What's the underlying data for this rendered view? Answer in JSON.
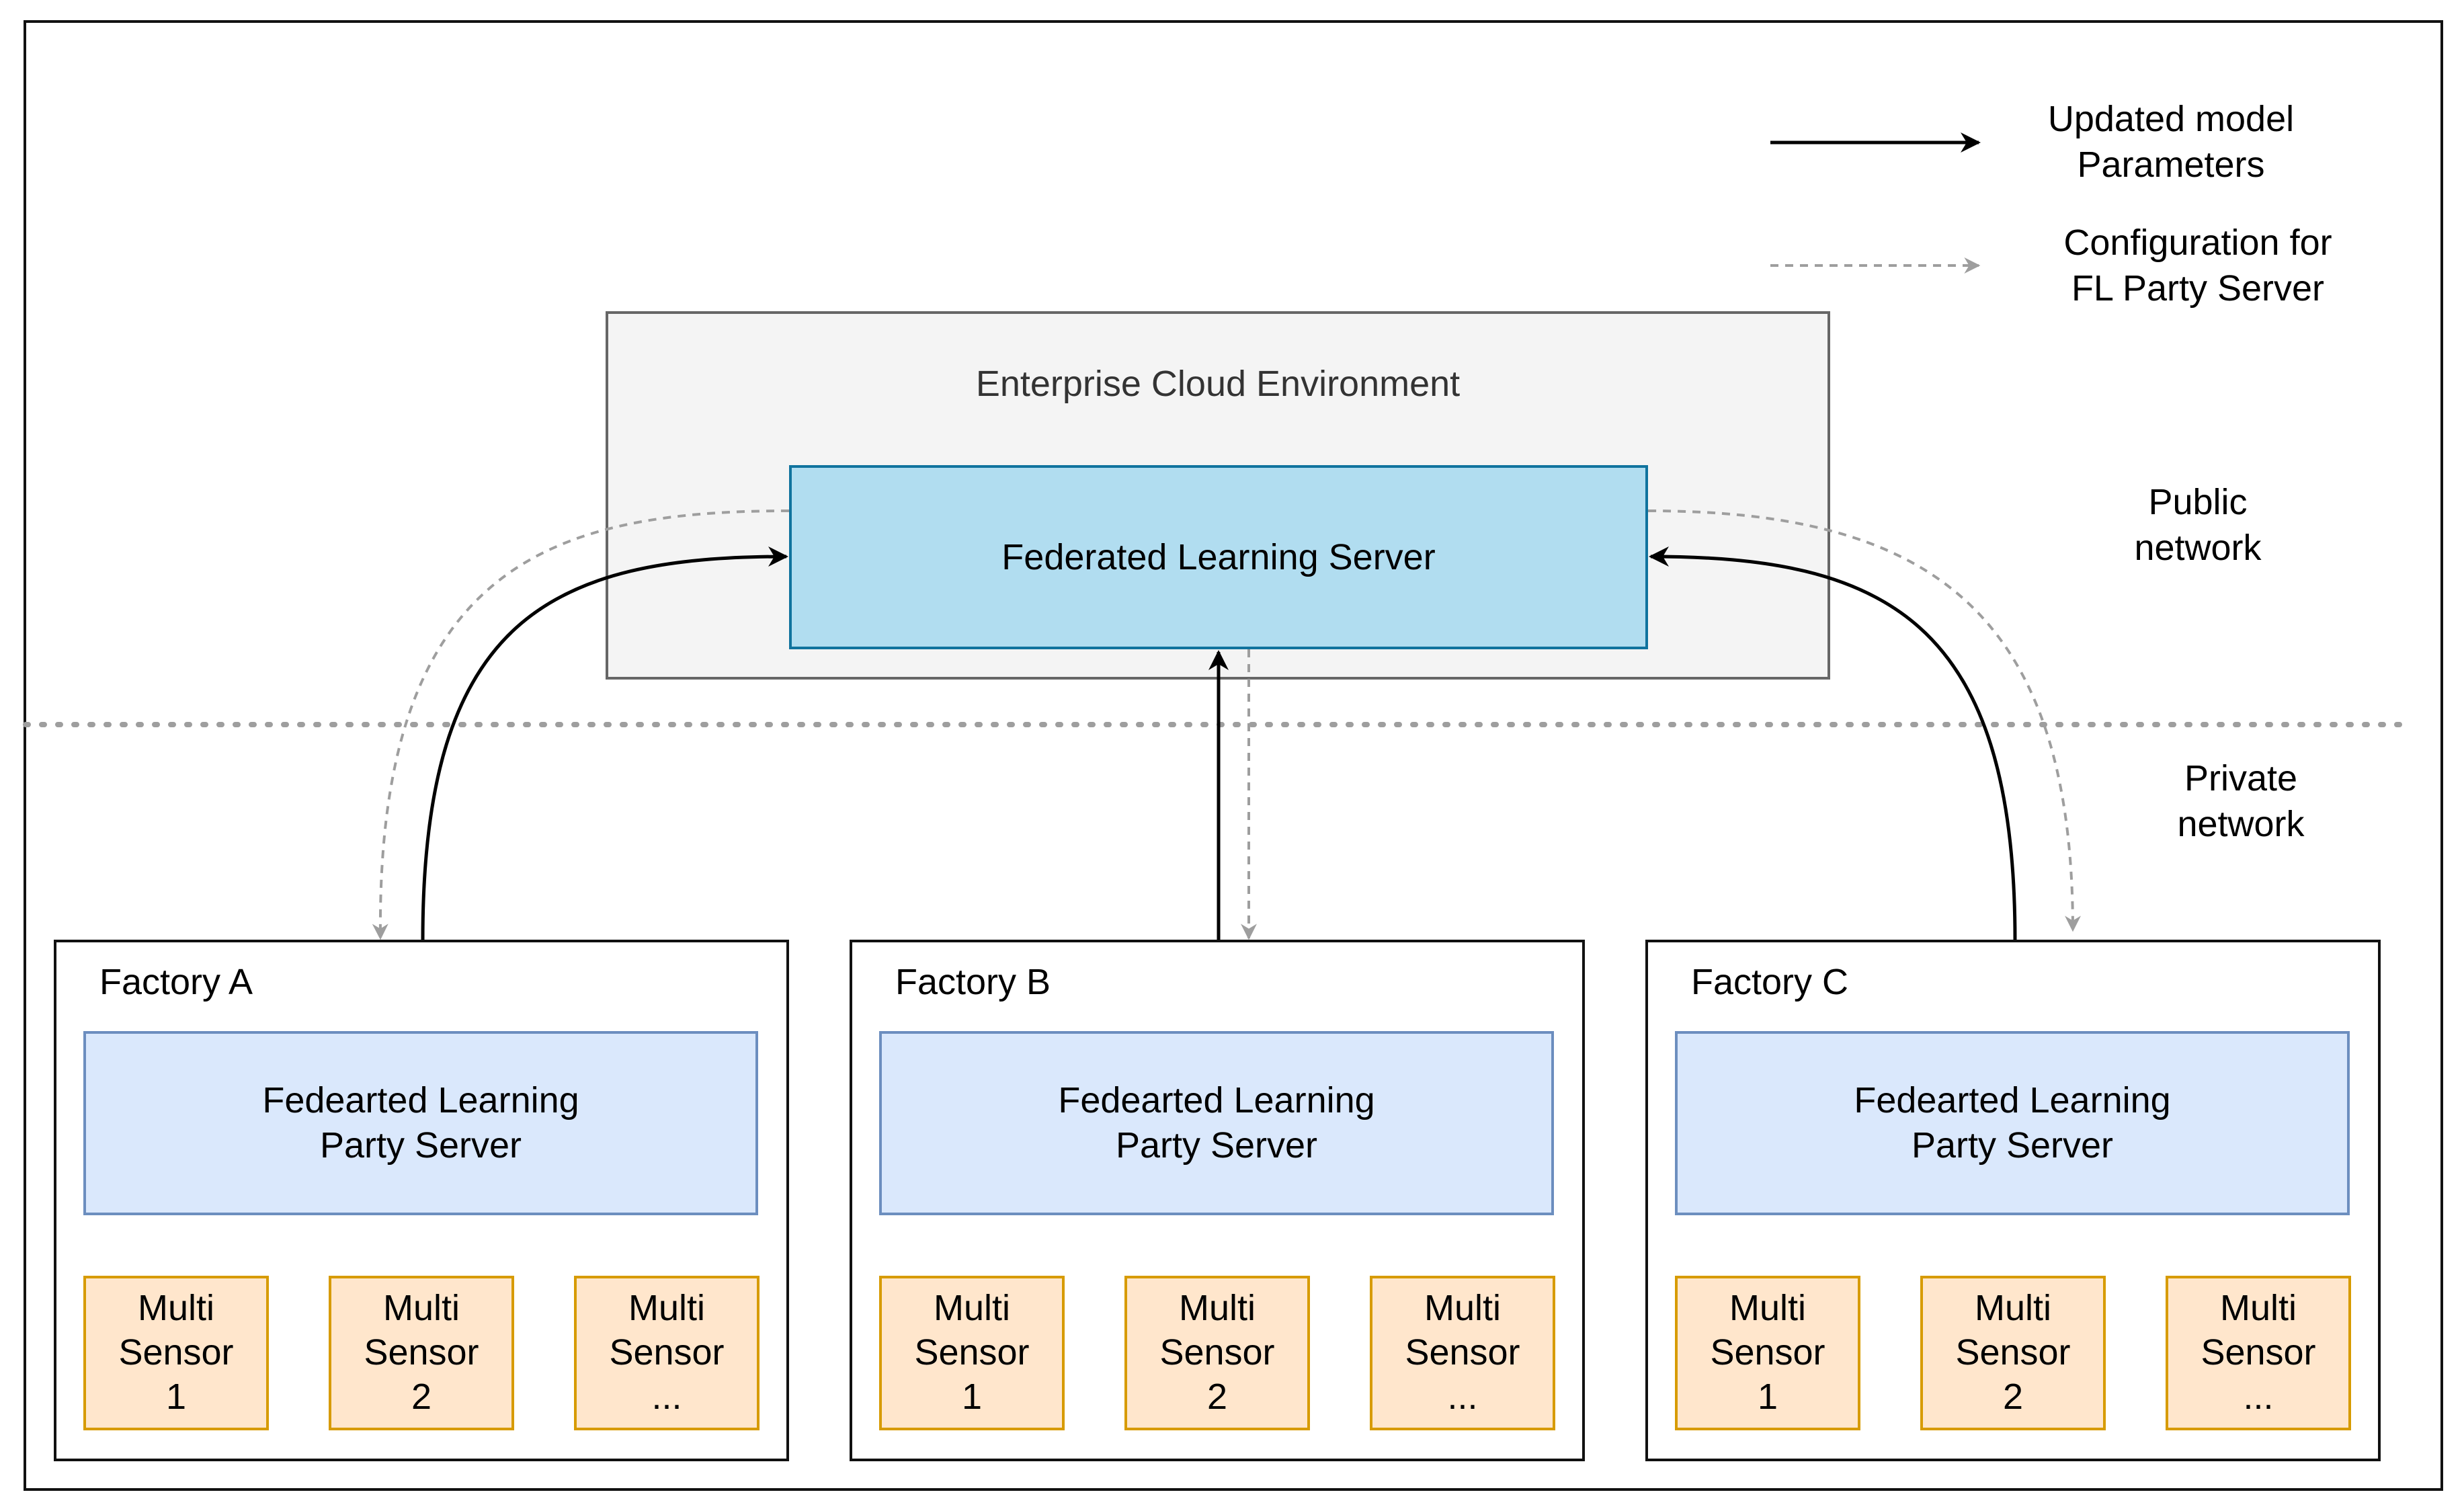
{
  "legend": {
    "solid": {
      "line1": "Updated model",
      "line2": "Parameters"
    },
    "dashed": {
      "line1": "Configuration for",
      "line2": "FL Party Server"
    }
  },
  "cloud": {
    "title": "Enterprise Cloud Environment"
  },
  "fl_server": {
    "label": "Federated Learning Server"
  },
  "network": {
    "public": {
      "line1": "Public",
      "line2": "network"
    },
    "private": {
      "line1": "Private",
      "line2": "network"
    }
  },
  "factories": [
    {
      "title": "Factory A",
      "party": {
        "line1": "Fedearted Learning",
        "line2": "Party Server"
      },
      "sensors": [
        {
          "line1": "Multi",
          "line2": "Sensor",
          "line3": "1"
        },
        {
          "line1": "Multi",
          "line2": "Sensor",
          "line3": "2"
        },
        {
          "line1": "Multi",
          "line2": "Sensor",
          "line3": "..."
        }
      ]
    },
    {
      "title": "Factory B",
      "party": {
        "line1": "Fedearted Learning",
        "line2": "Party Server"
      },
      "sensors": [
        {
          "line1": "Multi",
          "line2": "Sensor",
          "line3": "1"
        },
        {
          "line1": "Multi",
          "line2": "Sensor",
          "line3": "2"
        },
        {
          "line1": "Multi",
          "line2": "Sensor",
          "line3": "..."
        }
      ]
    },
    {
      "title": "Factory C",
      "party": {
        "line1": "Fedearted Learning",
        "line2": "Party Server"
      },
      "sensors": [
        {
          "line1": "Multi",
          "line2": "Sensor",
          "line3": "1"
        },
        {
          "line1": "Multi",
          "line2": "Sensor",
          "line3": "2"
        },
        {
          "line1": "Multi",
          "line2": "Sensor",
          "line3": "..."
        }
      ]
    }
  ],
  "colors": {
    "cloud_fill": "#f4f4f4",
    "server_fill": "#b1ddf0",
    "server_border": "#10739e",
    "party_fill": "#dae8fc",
    "party_border": "#6c8ebf",
    "sensor_fill": "#ffe6cc",
    "sensor_border": "#d79b00",
    "config_arrow": "#9e9e9e"
  }
}
